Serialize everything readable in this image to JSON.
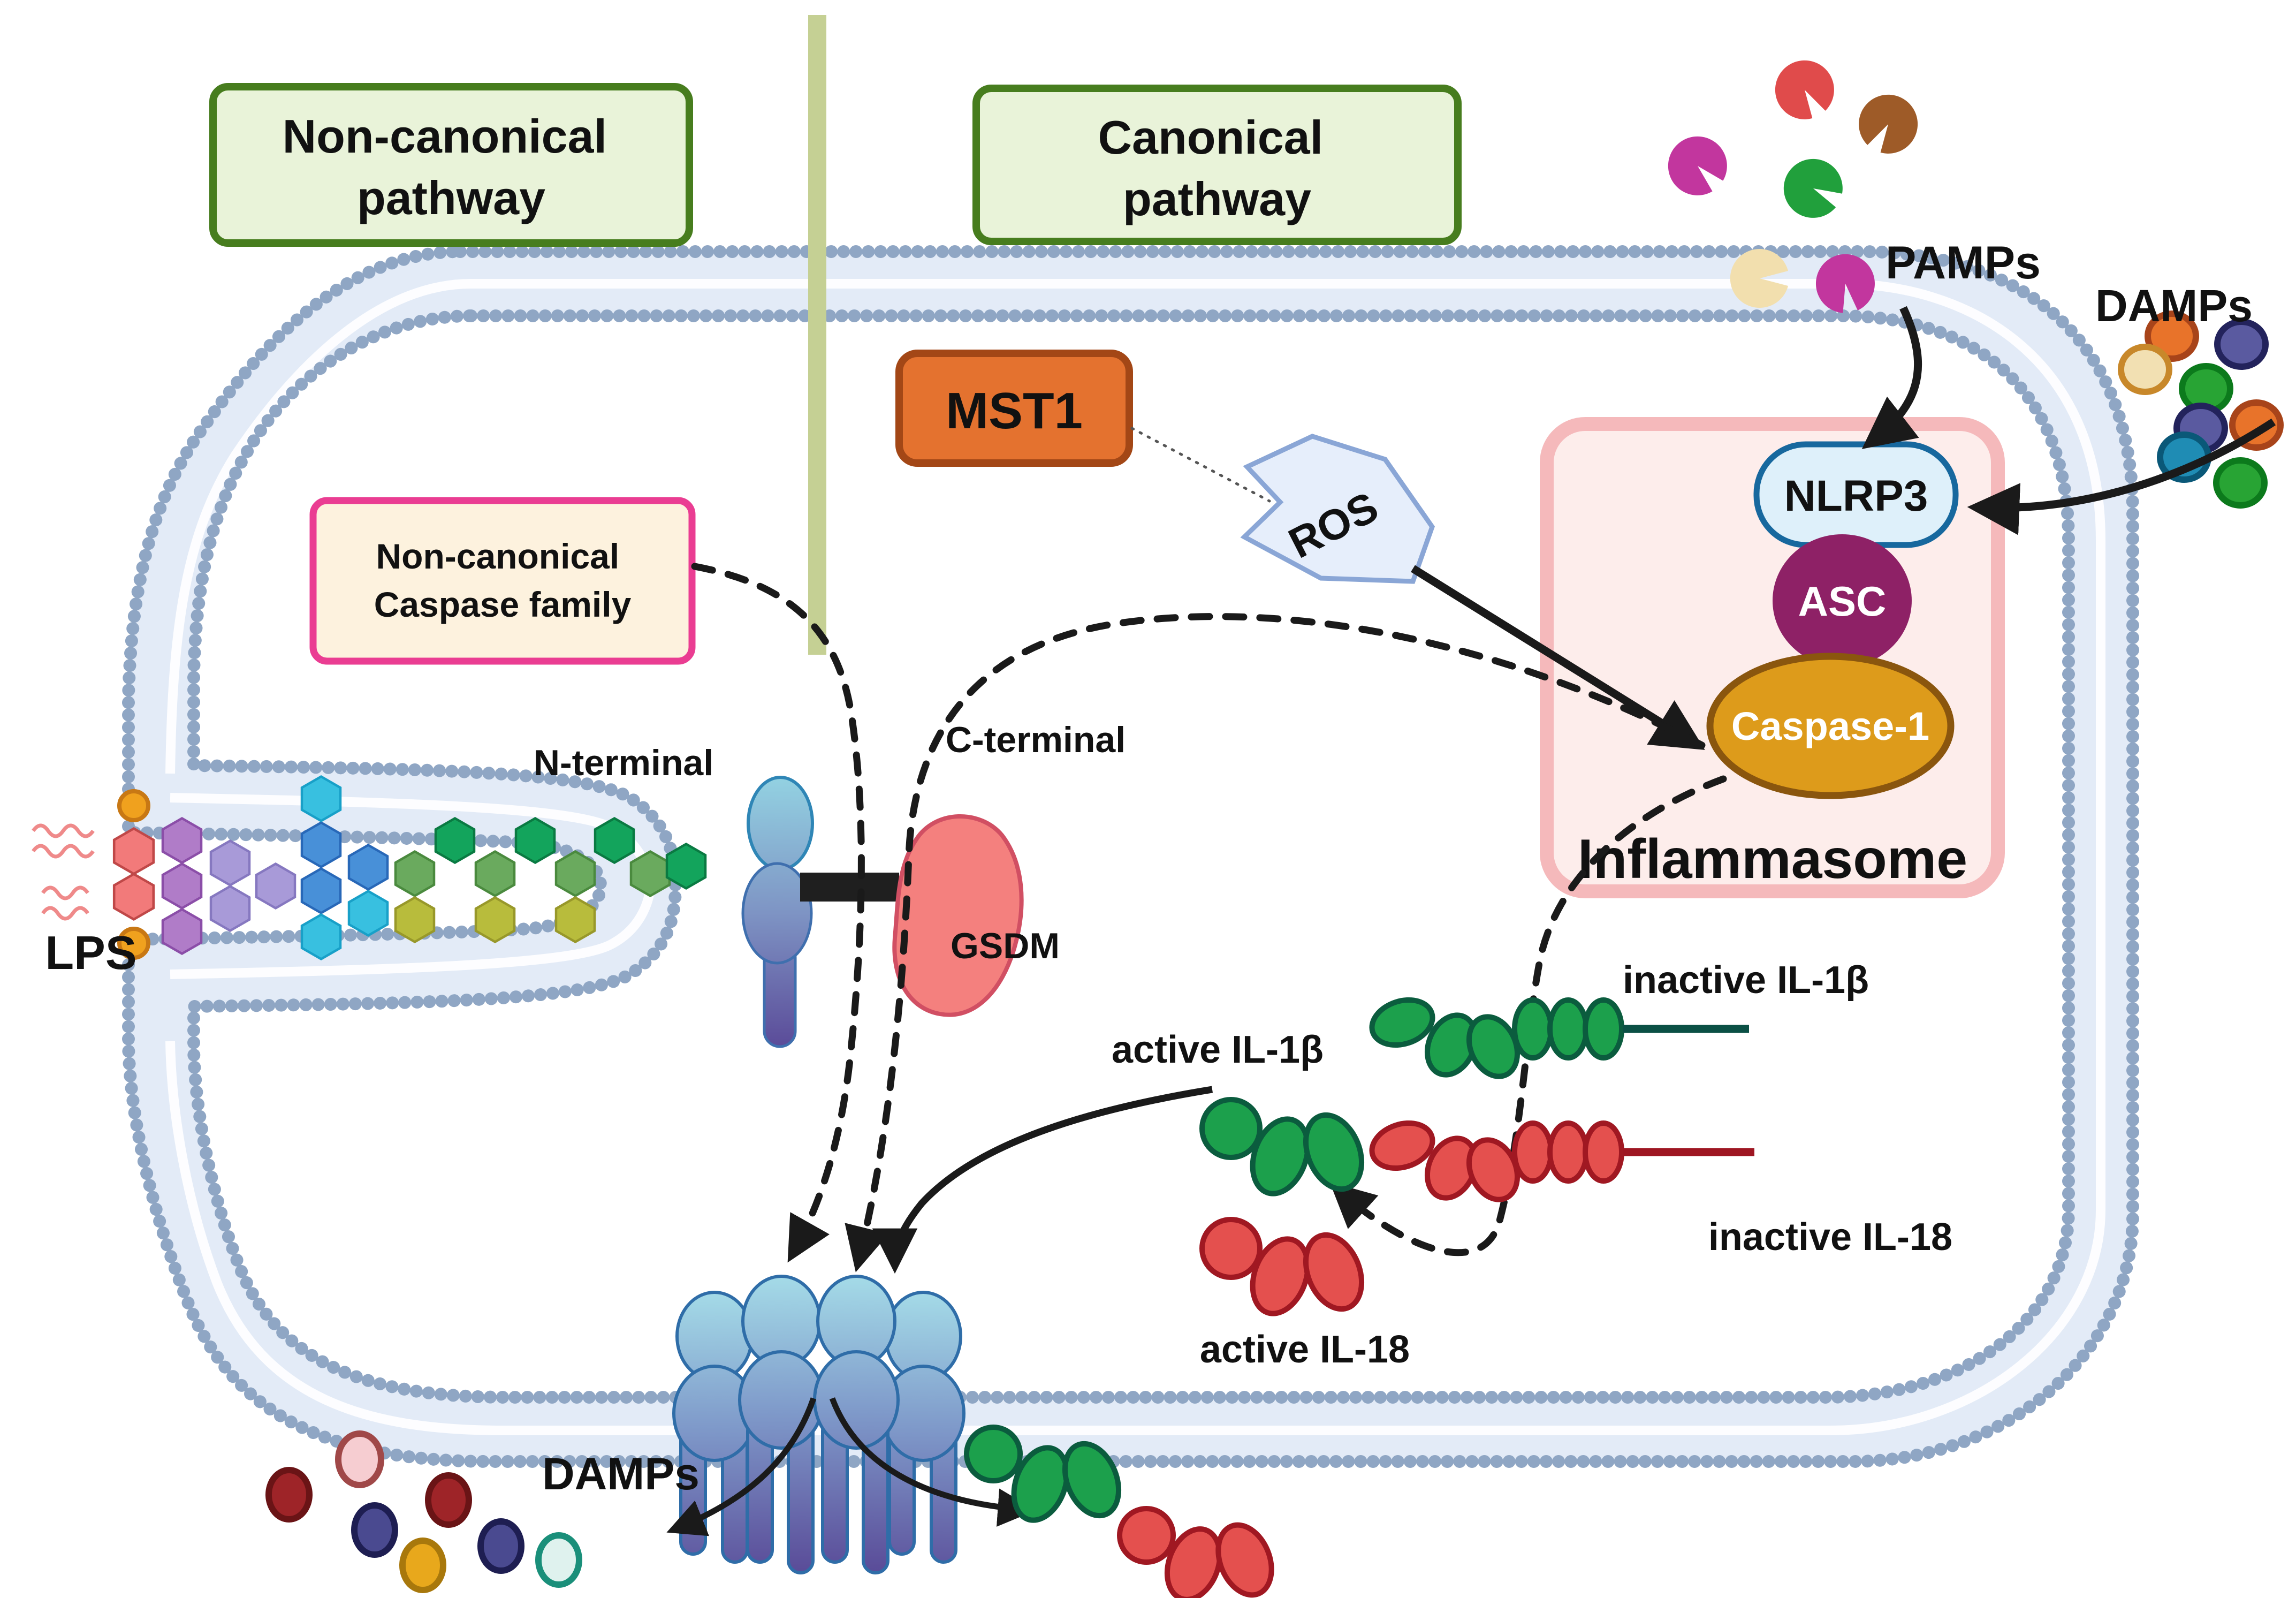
{
  "pathways": {
    "noncanonical": {
      "line1": "Non-canonical",
      "line2": "pathway"
    },
    "canonical": {
      "line1": "Canonical",
      "line2": "pathway"
    }
  },
  "nodes": {
    "mst1": "MST1",
    "ros": "ROS",
    "nlrp3": "NLRP3",
    "asc": "ASC",
    "caspase1": "Caspase-1",
    "inflammasome": "Inflammasome",
    "caspase_family_line1": "Non-canonical",
    "caspase_family_line2": "Caspase family",
    "n_terminal": "N-terminal",
    "c_terminal": "C-terminal",
    "gsdm": "GSDM",
    "lps": "LPS"
  },
  "cytokines": {
    "inactive_il1b": "inactive IL-1β",
    "inactive_il18": "inactive IL-18",
    "active_il1b": "active IL-1β",
    "active_il18": "active IL-18"
  },
  "ligands": {
    "pamps_label": "PAMPs",
    "pamps_colors": [
      "#e04b4b",
      "#9e5b28",
      "#c2369e",
      "#21a03c",
      "#f2dfae",
      "#c2369e"
    ],
    "damps_top_label": "DAMPs",
    "damps_top_colors": [
      "#e8732a",
      "#5a5aa0",
      "#f2e0b2",
      "#28a434",
      "#5a5aa0",
      "#e8732a",
      "#1f8cb4",
      "#28a434"
    ],
    "damps_bottom_label": "DAMPs",
    "damps_bottom_colors": [
      "#f6cdd1",
      "#9e2428",
      "#9e2428",
      "#4a4a90",
      "#4a4a90",
      "#e8a81c",
      "#dff2ee"
    ]
  },
  "lps_colors": {
    "core_red": "#f27a7a",
    "phosphate": "#f0a11e",
    "purple": "#b07cc8",
    "lavender": "#a89ad8",
    "blue": "#4890d8",
    "cyan": "#38c0e0",
    "sage": "#6aaa5e",
    "emerald": "#13a45c",
    "yellow_green": "#b8bc3c"
  },
  "colors": {
    "pathway_box_fill": "#e9f3d9",
    "pathway_box_border": "#477d1e",
    "divider": "#c5d094",
    "mst1_fill": "#e4722f",
    "mst1_border": "#a34716",
    "caspase_family_fill": "#fdf2de",
    "caspase_family_border": "#ea3d92",
    "inflammasome_fill": "#fdedeb",
    "inflammasome_border": "#f5b9bb",
    "nlrp3_fill": "#def0fa",
    "nlrp3_border": "#17689e",
    "asc_fill": "#8e2166",
    "caspase1_fill": "#dd9b1b",
    "caspase1_border": "#8a560e",
    "ros_fill": "#e6eefb",
    "ros_border": "#8aa6d6",
    "il1b_green": "#1ca04c",
    "il18_red": "#e4504e",
    "membrane_band": "#e3ebf7",
    "membrane_bead": "#8fa6c4"
  }
}
